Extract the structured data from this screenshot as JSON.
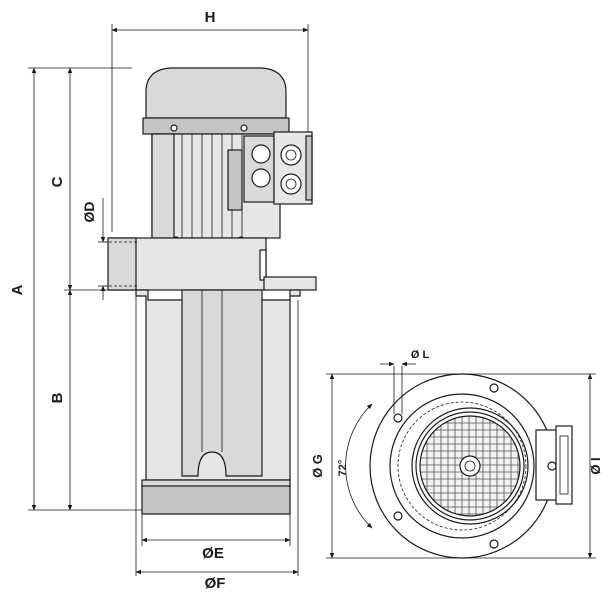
{
  "dimensions": {
    "A": "A",
    "B": "B",
    "C": "C",
    "D": "ØD",
    "E": "ØE",
    "F": "ØF",
    "G": "Ø G",
    "H": "H",
    "I": "Ø I",
    "L": "Ø L",
    "angle": "72°"
  }
}
